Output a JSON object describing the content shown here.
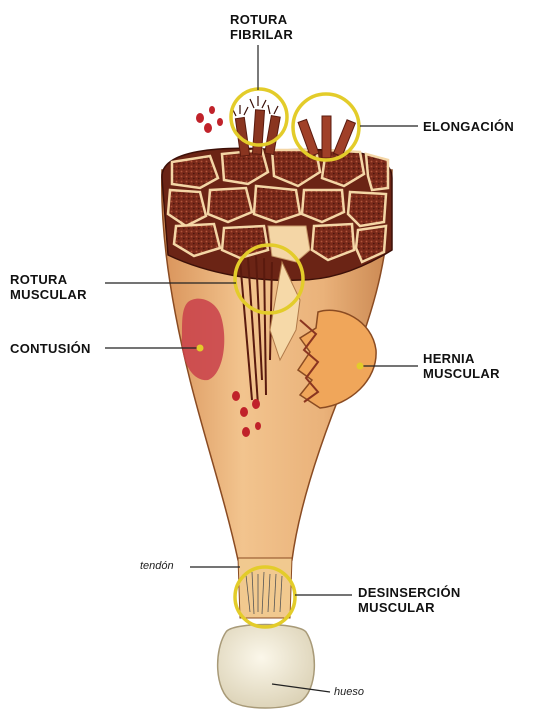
{
  "labels": {
    "rotura_fibrilar": [
      "ROTURA",
      "FIBRILAR"
    ],
    "elongacion": "ELONGACIÓN",
    "rotura_muscular": [
      "ROTURA",
      "MUSCULAR"
    ],
    "contusion": "CONTUSIÓN",
    "hernia_muscular": [
      "HERNIA",
      "MUSCULAR"
    ],
    "desinsercion_muscular": [
      "DESINSERCIÓN",
      "MUSCULAR"
    ],
    "tendon": "tendón",
    "hueso": "hueso"
  },
  "colors": {
    "muscle_outer": "#e8b27a",
    "muscle_fascicle": "#7a2a1a",
    "highlight_circle": "#e3cc2a",
    "bruise": "#c9404a",
    "hernia": "#f0a65a",
    "bone": "#efe8d2",
    "blood": "#c0222a"
  }
}
